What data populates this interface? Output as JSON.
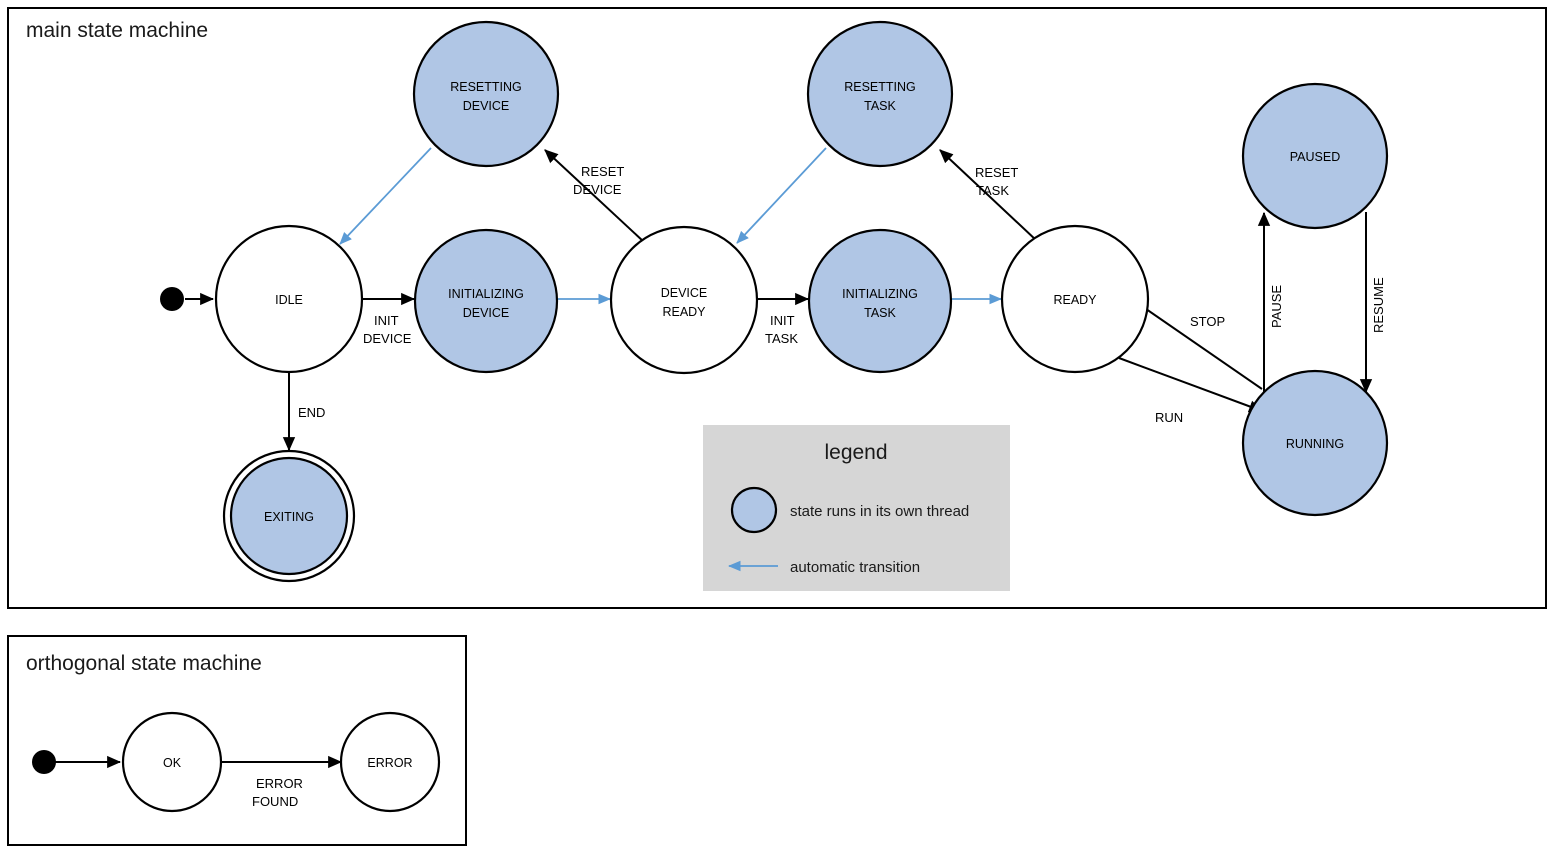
{
  "colors": {
    "thread_state_fill": "#b0c6e5",
    "plain_state_fill": "#ffffff",
    "stroke": "#000000",
    "auto_transition": "#5b9bd5",
    "legend_background": "#d6d6d6",
    "page_background": "#ffffff"
  },
  "main": {
    "title": "main state machine",
    "states": [
      {
        "id": "idle",
        "label_line1": "IDLE",
        "label_line2": "",
        "thread": false,
        "final": false
      },
      {
        "id": "resetting-device",
        "label_line1": "RESETTING",
        "label_line2": "DEVICE",
        "thread": true,
        "final": false
      },
      {
        "id": "initializing-device",
        "label_line1": "INITIALIZING",
        "label_line2": "DEVICE",
        "thread": true,
        "final": false
      },
      {
        "id": "device-ready",
        "label_line1": "DEVICE",
        "label_line2": "READY",
        "thread": false,
        "final": false
      },
      {
        "id": "resetting-task",
        "label_line1": "RESETTING",
        "label_line2": "TASK",
        "thread": true,
        "final": false
      },
      {
        "id": "initializing-task",
        "label_line1": "INITIALIZING",
        "label_line2": "TASK",
        "thread": true,
        "final": false
      },
      {
        "id": "ready",
        "label_line1": "READY",
        "label_line2": "",
        "thread": false,
        "final": false
      },
      {
        "id": "paused",
        "label_line1": "PAUSED",
        "label_line2": "",
        "thread": true,
        "final": false
      },
      {
        "id": "running",
        "label_line1": "RUNNING",
        "label_line2": "",
        "thread": true,
        "final": false
      },
      {
        "id": "exiting",
        "label_line1": "EXITING",
        "label_line2": "",
        "thread": true,
        "final": true
      }
    ],
    "transitions": [
      {
        "id": "start-idle",
        "from": "initial",
        "to": "idle",
        "label_line1": "",
        "label_line2": "",
        "automatic": false
      },
      {
        "id": "idle-init-device",
        "from": "idle",
        "to": "initializing-device",
        "label_line1": "INIT",
        "label_line2": "DEVICE",
        "automatic": false
      },
      {
        "id": "init-device-device-ready",
        "from": "initializing-device",
        "to": "device-ready",
        "label_line1": "",
        "label_line2": "",
        "automatic": true
      },
      {
        "id": "device-ready-reset",
        "from": "device-ready",
        "to": "resetting-device",
        "label_line1": "RESET",
        "label_line2": "DEVICE",
        "automatic": false
      },
      {
        "id": "resetting-device-idle",
        "from": "resetting-device",
        "to": "idle",
        "label_line1": "",
        "label_line2": "",
        "automatic": true
      },
      {
        "id": "idle-end",
        "from": "idle",
        "to": "exiting",
        "label_line1": "END",
        "label_line2": "",
        "automatic": false
      },
      {
        "id": "device-ready-init-task",
        "from": "device-ready",
        "to": "initializing-task",
        "label_line1": "INIT",
        "label_line2": "TASK",
        "automatic": false
      },
      {
        "id": "init-task-ready",
        "from": "initializing-task",
        "to": "ready",
        "label_line1": "",
        "label_line2": "",
        "automatic": true
      },
      {
        "id": "ready-reset-task",
        "from": "ready",
        "to": "resetting-task",
        "label_line1": "RESET",
        "label_line2": "TASK",
        "automatic": false
      },
      {
        "id": "resetting-task-device-ready",
        "from": "resetting-task",
        "to": "device-ready",
        "label_line1": "",
        "label_line2": "",
        "automatic": true
      },
      {
        "id": "ready-run",
        "from": "ready",
        "to": "running",
        "label_line1": "RUN",
        "label_line2": "",
        "automatic": false
      },
      {
        "id": "running-stop",
        "from": "running",
        "to": "ready",
        "label_line1": "STOP",
        "label_line2": "",
        "automatic": false
      },
      {
        "id": "running-pause",
        "from": "running",
        "to": "paused",
        "label_line1": "PAUSE",
        "label_line2": "",
        "automatic": false
      },
      {
        "id": "paused-resume",
        "from": "paused",
        "to": "running",
        "label_line1": "RESUME",
        "label_line2": "",
        "automatic": false
      }
    ]
  },
  "legend": {
    "title": "legend",
    "items": [
      {
        "id": "thread-state",
        "symbol": "filled-circle",
        "text": "state runs in its own thread"
      },
      {
        "id": "auto-arrow",
        "symbol": "blue-left-arrow",
        "text": "automatic transition"
      }
    ]
  },
  "orthogonal": {
    "title": "orthogonal state machine",
    "states": [
      {
        "id": "ok",
        "label_line1": "OK",
        "label_line2": ""
      },
      {
        "id": "error",
        "label_line1": "ERROR",
        "label_line2": ""
      }
    ],
    "transitions": [
      {
        "id": "start-ok",
        "from": "initial",
        "to": "ok",
        "label_line1": "",
        "label_line2": ""
      },
      {
        "id": "ok-error-found",
        "from": "ok",
        "to": "error",
        "label_line1": "ERROR",
        "label_line2": "FOUND"
      }
    ]
  }
}
